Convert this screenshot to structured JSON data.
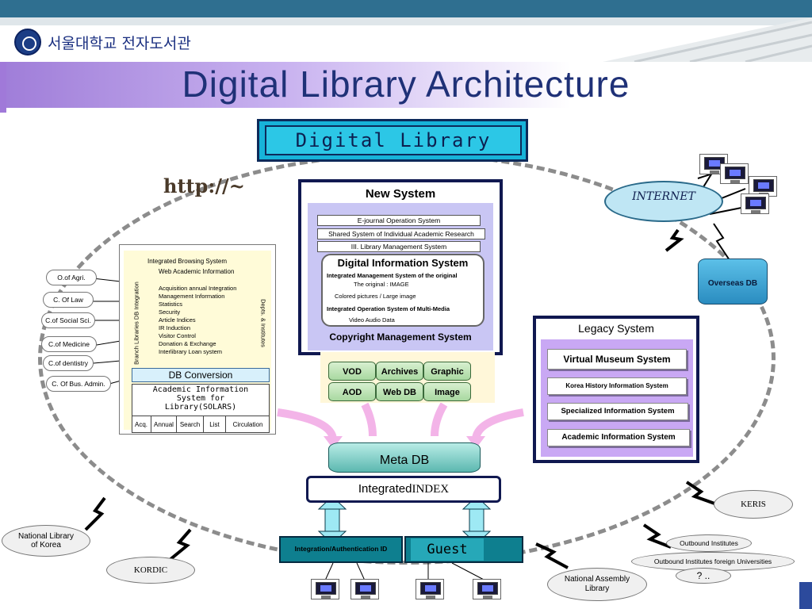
{
  "header": {
    "org_name": "서울대학교 전자도서관",
    "slide_title": "Digital Library Architecture"
  },
  "diagram": {
    "digital_library_label": "Digital Library",
    "http_label": "http://~",
    "new_system": {
      "title": "New System",
      "subsystems": [
        "E-journal Operation System",
        "Shared System of Individual Academic Research",
        "III. Library Management System"
      ],
      "dis_title": "Digital Information System",
      "dis_lines": [
        "Integrated Management System of the original",
        "The original : IMAGE",
        "Colored pictures / Large image",
        "Integrated Operation System of Multi-Media",
        "Video Audio Data"
      ],
      "copyright_label": "Copyright Management System",
      "databases": [
        "VOD",
        "Archives",
        "Graphic",
        "AOD",
        "Web DB",
        "Image"
      ]
    },
    "legacy_system": {
      "title": "Legacy  System",
      "items": [
        "Virtual Museum System",
        "Korea History Information System",
        "Specialized Information System",
        "Academic Information System"
      ]
    },
    "branch": {
      "browsing_title": "Integrated Browsing System",
      "browsing_sub": "Web Academic Information",
      "left_vertical": "Branch Libraries DB Integration",
      "right_vertical": "Depts. & Institutes",
      "functions": [
        "Acquisition annual Integration",
        "Management Information",
        "Statistics",
        "Security",
        "Article Indices",
        "IR Induction",
        "Visitor Control",
        "Donation & Exchange",
        "Interlibrary Loan system"
      ],
      "db_conversion": "DB Conversion",
      "academic_system": [
        "Academic Information",
        "System for",
        "Library(SOLARS)"
      ],
      "modules": [
        "Acq.",
        "Annual",
        "Search",
        "List",
        "Circulation"
      ]
    },
    "colleges": [
      "O.of Agri.",
      "C. Of Law",
      "C.of Social Sci.",
      "C.of Medicine",
      "C.of dentistry",
      "C. Of Bus. Admin."
    ],
    "internet_label": "INTERNET",
    "overseas_db": "Overseas  DB",
    "meta_db": "Meta  DB",
    "integrated_index_a": "Integrated",
    "integrated_index_b": "INDEX",
    "auth_label": "Integration/Authentication ID",
    "guest_label": "Guest",
    "external": {
      "national_library": [
        "National Library",
        "of Korea"
      ],
      "kordic": "KORDIC",
      "national_assembly": [
        "National Assembly",
        "Library"
      ],
      "keris": "KERIS",
      "outbound_institutes": "Outbound Institutes",
      "outbound_foreign": "Outbound Institutes foreign Universities",
      "unknown": "?  .."
    }
  },
  "colors": {
    "title_blue": "#1f3177",
    "header_bar": "#2f6f90",
    "accent_purple": "#a07ed9",
    "box_border": "#101850"
  }
}
